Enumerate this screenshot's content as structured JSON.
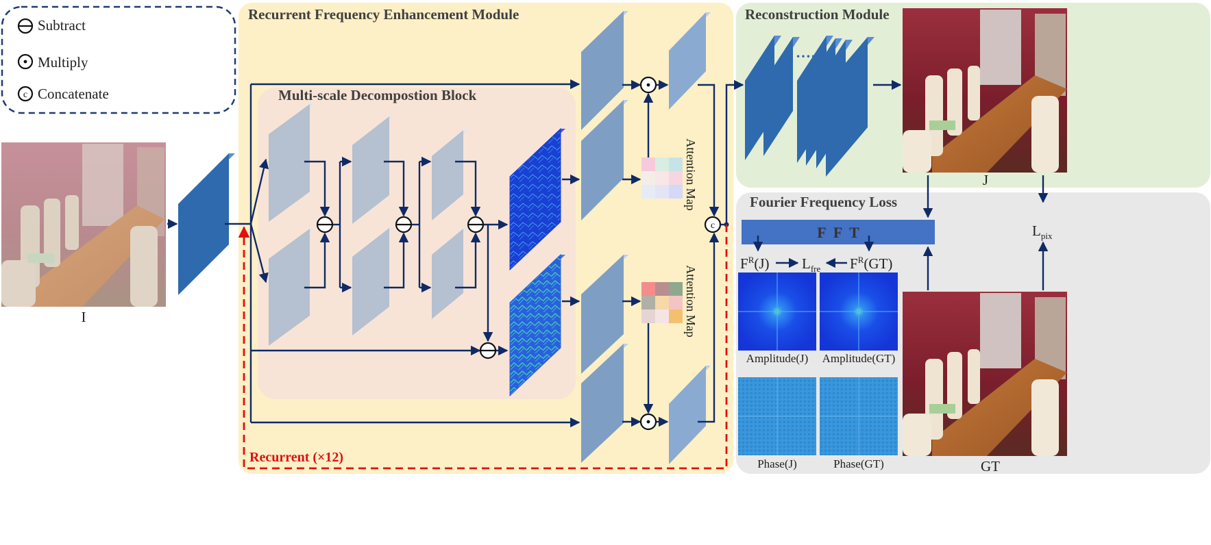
{
  "legend": {
    "subtract": "Subtract",
    "multiply": "Multiply",
    "concatenate": "Concatenate",
    "concat_symbol": "c"
  },
  "modules": {
    "rfem_title": "Recurrent Frequency Enhancement Module",
    "mdb_title": "Multi-scale Decompostion Block",
    "recon_title": "Reconstruction Module",
    "ffl_title": "Fourier Frequency Loss",
    "recurrent_label": "Recurrent (×12)",
    "attention_top": "Attention Map",
    "attention_bottom": "Attention Map",
    "ellipsis": "……"
  },
  "images": {
    "input_label": "I",
    "output_label": "J",
    "gt_label": "GT"
  },
  "fft": {
    "bar_label": "F  F  T",
    "fr_j": "F",
    "fr_j_sup": "R",
    "fr_j_arg": "(J)",
    "l_fre": "L",
    "l_fre_sub": "fre",
    "fr_gt": "F",
    "fr_gt_sup": "R",
    "fr_gt_arg": "(GT)",
    "amp_j": "Amplitude(J)",
    "amp_gt": "Amplitude(GT)",
    "phase_j": "Phase(J)",
    "phase_gt": "Phase(GT)",
    "l_pix": "L",
    "l_pix_sub": "pix"
  },
  "colors": {
    "rfem_bg": "#fdf0c6",
    "mdb_bg": "#f8e4d6",
    "recon_bg": "#e3eed6",
    "ffl_bg": "#e8e8e8",
    "fft_bar": "#4472c4",
    "arrow": "#0f2a66",
    "recurrent": "#e01010",
    "dark_block": "#2e6aad",
    "gray_block": "#b5c0d0",
    "mid_block": "#7f9ec4"
  },
  "attention_map_top": [
    "#f7c9dc",
    "#d8eee2",
    "#c6e3e8",
    "#f5eee6",
    "#f9e6e6",
    "#f6d7df",
    "#e6ecf6",
    "#e4e4f7",
    "#d3d9f7"
  ],
  "attention_map_bottom": [
    "#f48c8c",
    "#b98e8e",
    "#8ea88e",
    "#b0b0a4",
    "#f7d8a8",
    "#f4c4c4",
    "#e6d4d4",
    "#f4e4e4",
    "#f4c070"
  ]
}
